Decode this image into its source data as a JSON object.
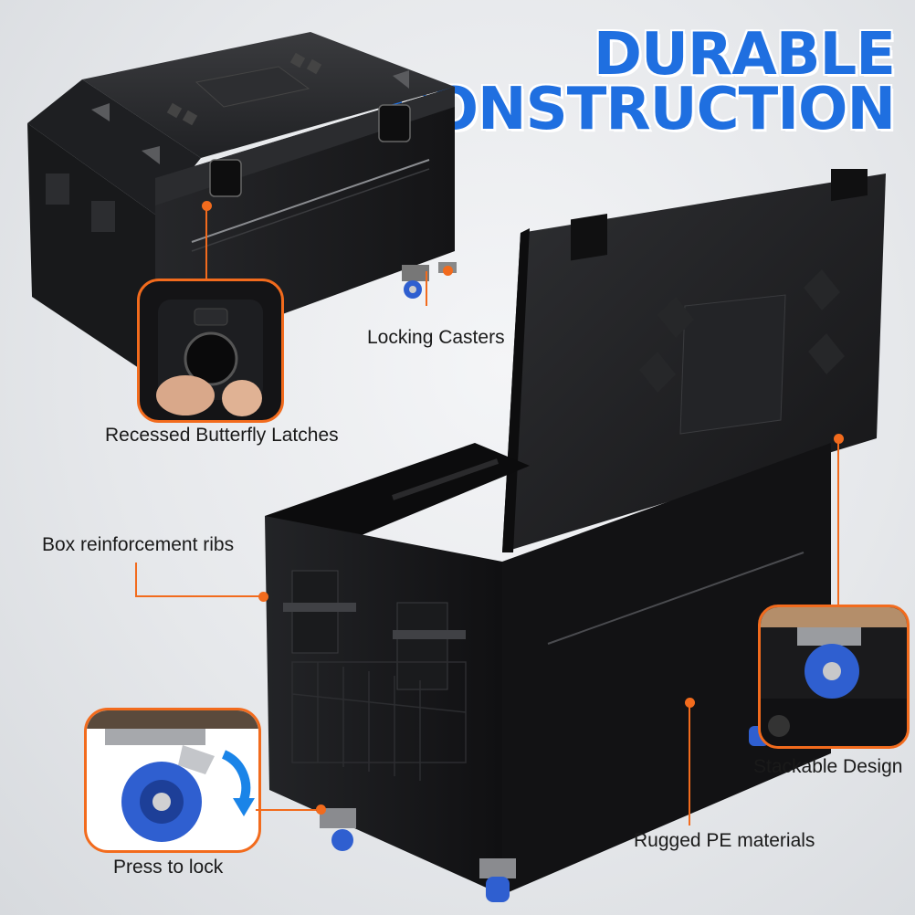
{
  "headline": {
    "line1": "DURABLE",
    "line2": "CONSTRUCTION"
  },
  "callouts": {
    "locking_casters": "Locking Casters",
    "butterfly_latches": "Recessed Butterfly Latches",
    "reinforcement_ribs": "Box reinforcement ribs",
    "stackable": "Stackable Design",
    "pe_materials": "Rugged PE materials",
    "press_to_lock": "Press to lock"
  },
  "colors": {
    "accent_orange": "#f26b1d",
    "headline_blue": "#1f6fe0",
    "caster_blue": "#2f5fd0",
    "case_black": "#1b1b1d"
  }
}
